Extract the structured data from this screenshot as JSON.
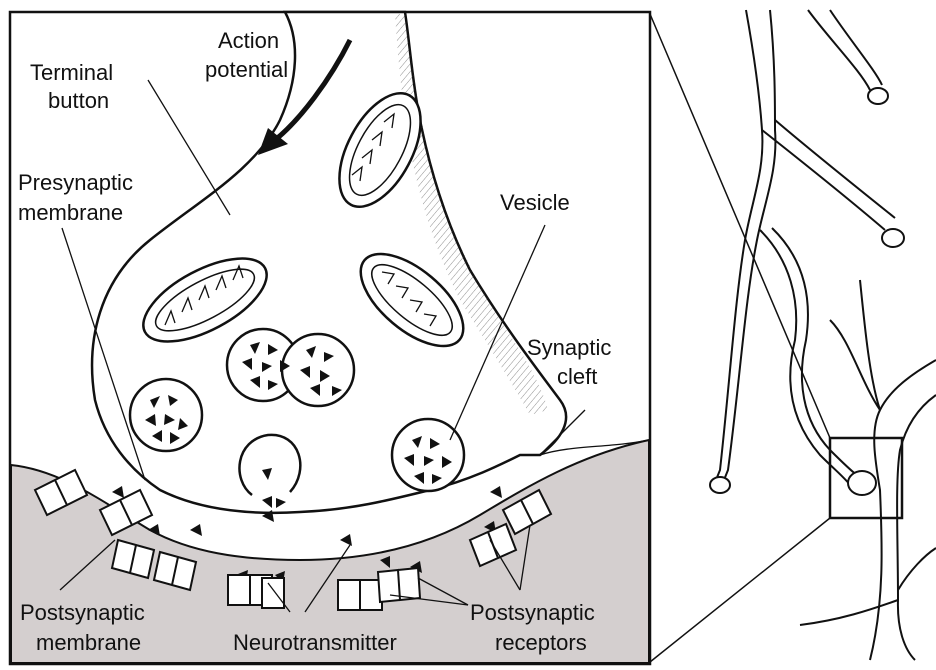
{
  "labels": {
    "action": "Action",
    "potential": "potential",
    "terminal": "Terminal",
    "button": "button",
    "presynaptic": "Presynaptic",
    "presynaptic_membrane": "membrane",
    "vesicle": "Vesicle",
    "synaptic": "Synaptic",
    "cleft": "cleft",
    "postsynaptic": "Postsynaptic",
    "postsynaptic_membrane": "membrane",
    "neurotransmitter": "Neurotransmitter",
    "postsynaptic_receptors_1": "Postsynaptic",
    "postsynaptic_receptors_2": "receptors"
  },
  "colors": {
    "ink": "#111111",
    "postsynaptic_fill": "#d4cfcf",
    "cell_fill": "#ffffff"
  }
}
